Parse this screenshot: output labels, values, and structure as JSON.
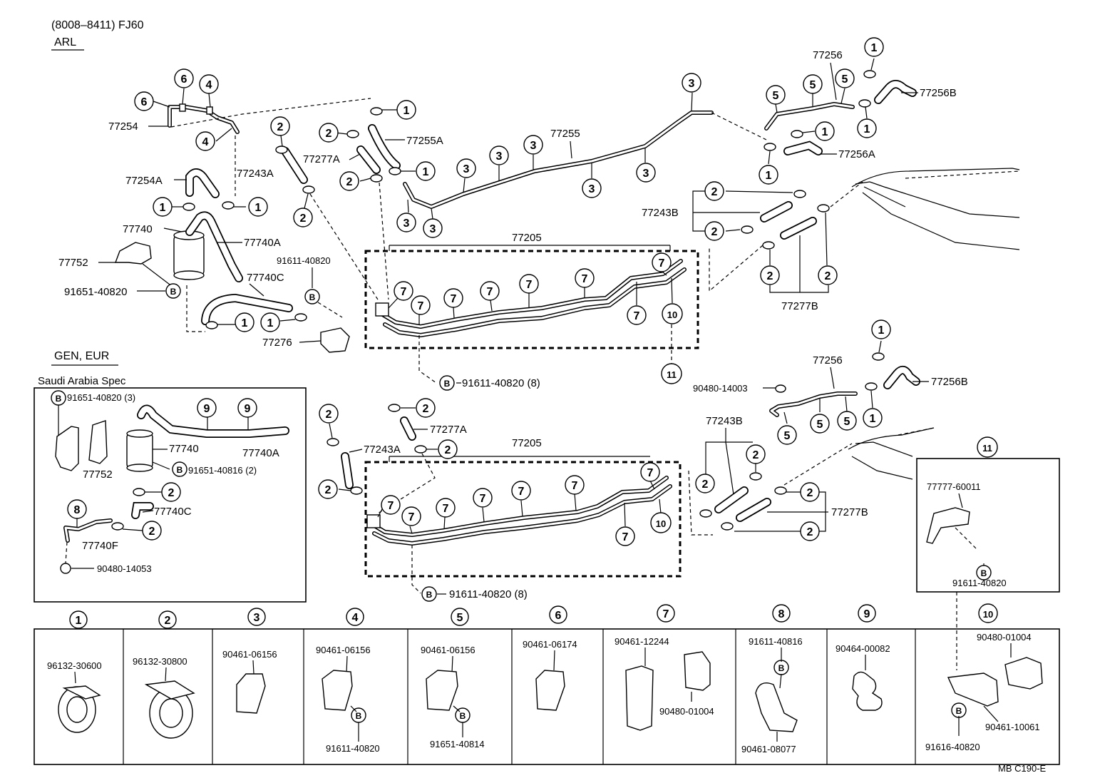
{
  "header": {
    "model": "(8008–8411) FJ60",
    "arl": "ARL",
    "gen_eur": "GEN, EUR",
    "saudi": "Saudi Arabia Spec"
  },
  "labels": {
    "p77254": "77254",
    "p77254A": "77254A",
    "p77740": "77740",
    "p77740A": "77740A",
    "p77740C": "77740C",
    "p77752": "77752",
    "p91651_40820": "91651-40820",
    "p91611_40820_top": "91611-40820",
    "p77276": "77276",
    "p77243A": "77243A",
    "p77277A": "77277A",
    "p77255A": "77255A",
    "p77255": "77255",
    "p77256": "77256",
    "p77256B": "77256B",
    "p77256A": "77256A",
    "p77243B": "77243B",
    "p77277B": "77277B",
    "p77205": "77205",
    "p91611_40820_8": "91611-40820 (8)",
    "p90480_14003": "90480-14003",
    "p77256_b": "77256",
    "p77256B_b": "77256B",
    "p77277A_b": "77277A",
    "p77243A_b": "77243A",
    "p77205_b": "77205",
    "p77243B_b": "77243B",
    "p77277B_b": "77277B",
    "p91611_40820_8b": "91611-40820 (8)",
    "s91651_40820_3": "91651-40820 (3)",
    "s77740": "77740",
    "s77740A": "77740A",
    "s91651_40816_2": "91651-40816 (2)",
    "s77752": "77752",
    "s77740C": "77740C",
    "s77740F": "77740F",
    "s90480_14053": "90480-14053",
    "d77777_60011": "77777-60011",
    "d91611_40820": "91611-40820",
    "code": "MB  C190-E"
  },
  "callouts": {
    "c1": "1",
    "c2": "2",
    "c3": "3",
    "c4": "4",
    "c5": "5",
    "c6": "6",
    "c7": "7",
    "c8": "8",
    "c9": "9",
    "c10": "10",
    "c11": "11",
    "cB": "B"
  },
  "legend": [
    {
      "num": "1",
      "parts": [
        "96132-30600"
      ]
    },
    {
      "num": "2",
      "parts": [
        "96132-30800"
      ]
    },
    {
      "num": "3",
      "parts": [
        "90461-06156"
      ]
    },
    {
      "num": "4",
      "parts": [
        "90461-06156",
        "91611-40820"
      ]
    },
    {
      "num": "5",
      "parts": [
        "90461-06156",
        "91651-40814"
      ]
    },
    {
      "num": "6",
      "parts": [
        "90461-06174"
      ]
    },
    {
      "num": "7",
      "parts": [
        "90461-12244",
        "90480-01004"
      ]
    },
    {
      "num": "8",
      "parts": [
        "91611-40816",
        "90461-08077"
      ]
    },
    {
      "num": "9",
      "parts": [
        "90464-00082"
      ]
    },
    {
      "num": "10",
      "parts": [
        "90480-01004",
        "90461-10061",
        "91616-40820"
      ]
    }
  ]
}
